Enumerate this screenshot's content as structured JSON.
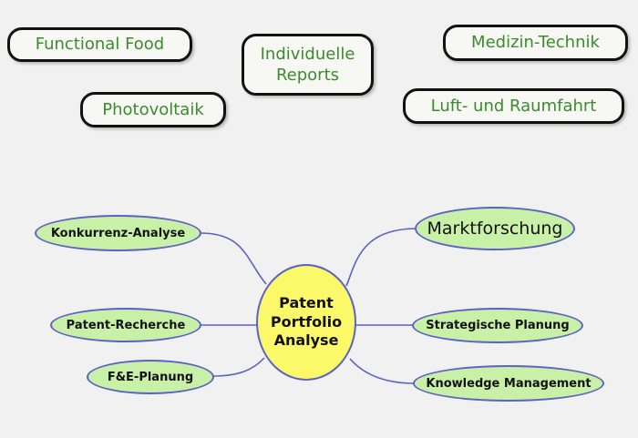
{
  "tags": [
    {
      "name": "tag-functional-food",
      "label": "Functional Food"
    },
    {
      "name": "tag-individuelle-reports",
      "line1": "Individuelle",
      "line2": "Reports"
    },
    {
      "name": "tag-medizin-technik",
      "label": "Medizin-Technik"
    },
    {
      "name": "tag-photovoltaik",
      "label": "Photovoltaik"
    },
    {
      "name": "tag-luft-raumfahrt",
      "label": "Luft- und Raumfahrt"
    }
  ],
  "center": {
    "line1": "Patent",
    "line2": "Portfolio",
    "line3": "Analyse"
  },
  "branches": {
    "konkurrenz": "Konkurrenz-Analyse",
    "patent_recherche": "Patent-Recherche",
    "fe_planung": "F&E-Planung",
    "marktforschung": "Marktforschung",
    "strategische_planung": "Strategische Planung",
    "knowledge_management": "Knowledge Management"
  },
  "colors": {
    "tag_text": "#3c8a2e",
    "tag_border": "#121212",
    "branch_fill": "#c9f0a7",
    "center_fill": "#fbf86a",
    "connector": "#5a61c7"
  }
}
